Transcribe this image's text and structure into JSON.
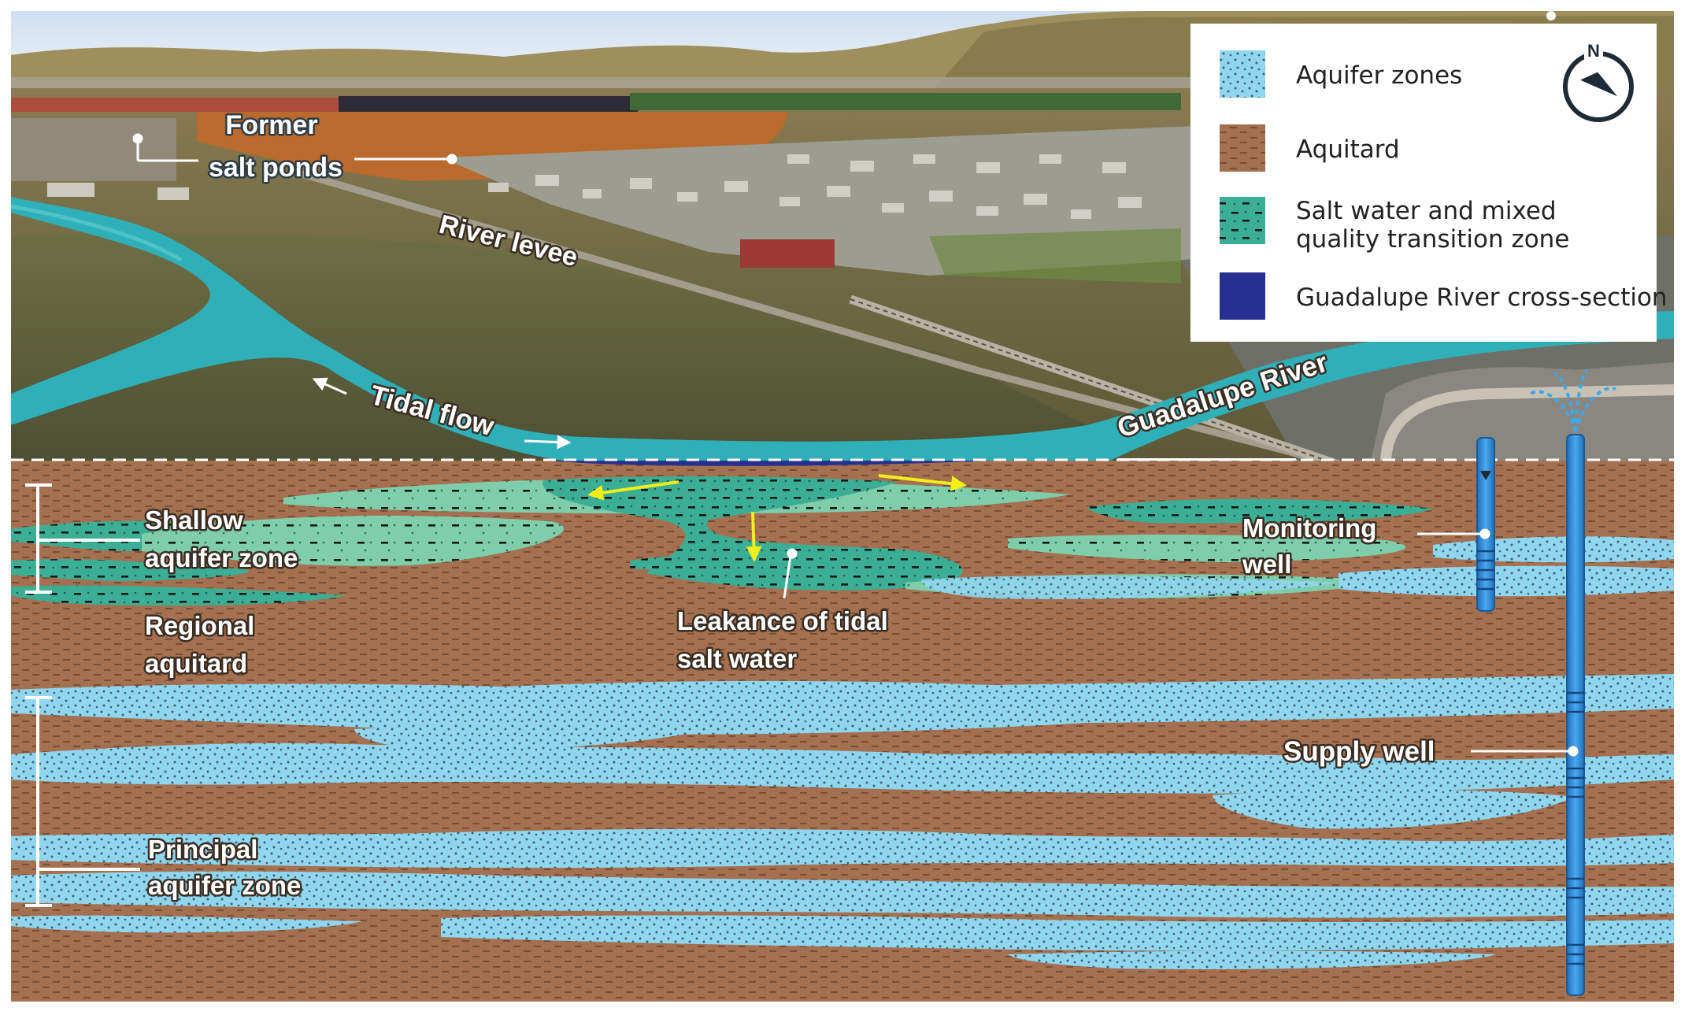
{
  "legend": {
    "items": [
      {
        "label": "Aquifer zones",
        "lines": [
          "Aquifer zones"
        ],
        "color": "#8fd6ee"
      },
      {
        "label": "Aquitard",
        "lines": [
          "Aquitard"
        ],
        "color": "#a4704f"
      },
      {
        "label": "Salt water and mixed quality transition zone",
        "lines": [
          "Salt water and mixed",
          "quality transition zone"
        ],
        "color": "#3cae96"
      },
      {
        "label": "Guadalupe River cross-section",
        "lines": [
          "Guadalupe River cross-section"
        ],
        "color": "#26308f"
      }
    ]
  },
  "compass": {
    "letter": "N",
    "icon": "compass-north-arrow-icon"
  },
  "surface_labels": {
    "former_salt_ponds": [
      "Former",
      "salt ponds"
    ],
    "river_levee": "River levee",
    "tidal_flow": "Tidal flow",
    "guadalupe_river": "Guadalupe River"
  },
  "subsurface_labels": {
    "shallow_aquifer_zone": [
      "Shallow",
      "aquifer zone"
    ],
    "regional_aquitard": [
      "Regional",
      "aquitard"
    ],
    "leakance": [
      "Leakance of tidal",
      "salt water"
    ],
    "monitoring_well": [
      "Monitoring",
      "well"
    ],
    "supply_well": "Supply well",
    "principal_aquifer_zone": [
      "Principal",
      "aquifer zone"
    ]
  },
  "colors": {
    "aquifer": "#8fd6ee",
    "aquitard": "#a4704f",
    "transition": "#3cae96",
    "river_cross_section": "#26308f",
    "river_surface": "#2fb0b8",
    "well": "#2e8bd6",
    "flow_arrow": "#f2ee1a"
  }
}
